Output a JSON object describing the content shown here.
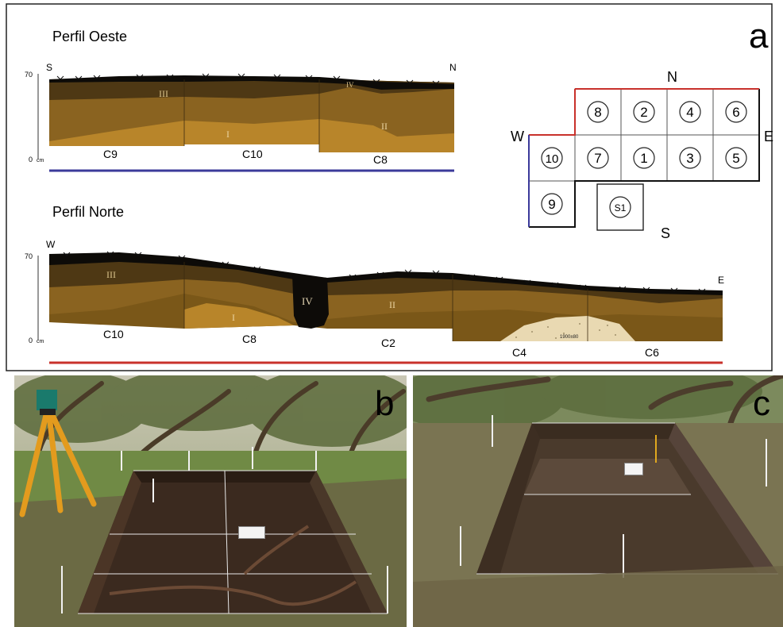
{
  "panel_labels": {
    "a": "a",
    "b": "b",
    "c": "c"
  },
  "profile_west": {
    "title": "Perfil Oeste",
    "left_dir": "S",
    "right_dir": "N",
    "top_scale": "70",
    "bottom_scale": "0",
    "unit": "cm",
    "units": [
      "C9",
      "C10",
      "C8"
    ],
    "layers": [
      "III",
      "IV",
      "I",
      "II"
    ]
  },
  "profile_north": {
    "title": "Perfil Norte",
    "left_dir": "W",
    "right_dir": "E",
    "top_scale": "70",
    "bottom_scale": "0",
    "unit": "cm",
    "units": [
      "C10",
      "C8",
      "C2",
      "C4",
      "C6"
    ],
    "layers": [
      "III",
      "IV",
      "II",
      "I"
    ],
    "date_label": "1900±80"
  },
  "grid_plan": {
    "north": "N",
    "south": "S",
    "west": "W",
    "east": "E",
    "cells_row1": [
      "8",
      "2",
      "4",
      "6"
    ],
    "cells_row2": [
      "10",
      "7",
      "1",
      "3",
      "5"
    ],
    "cell_9": "9",
    "sondeo": "S1"
  },
  "colors": {
    "topsoil": "#0d0b08",
    "layer_dark": "#4a3413",
    "layer_mid": "#6e5018",
    "layer_light": "#9b6e1f",
    "layer_lightest": "#b8852a",
    "west_line": "#3b3a9a",
    "north_line": "#c8312b"
  }
}
